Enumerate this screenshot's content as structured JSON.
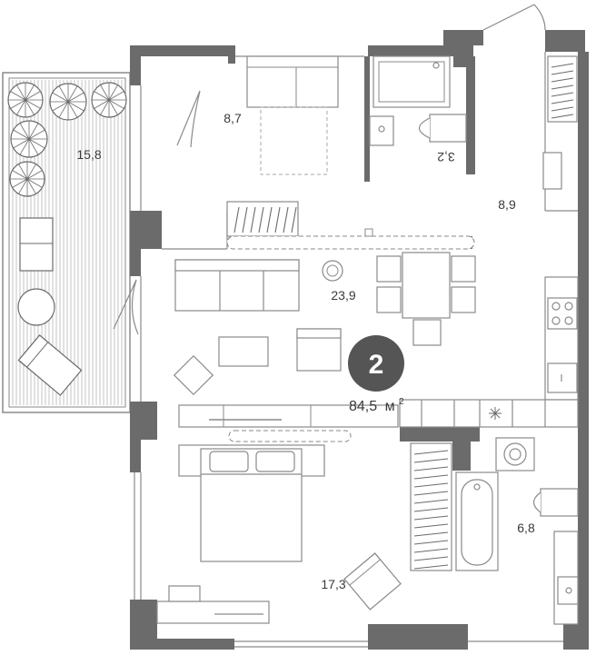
{
  "plan": {
    "rooms_count": "2",
    "total_area_value": "84,5",
    "total_area_unit": "м",
    "total_area_sup": "2",
    "rooms": [
      {
        "id": "balcony",
        "area": "15,8"
      },
      {
        "id": "bedroom-top",
        "area": "8,7"
      },
      {
        "id": "bathroom-top",
        "area": "3,2"
      },
      {
        "id": "hallway",
        "area": "8,9"
      },
      {
        "id": "living-kitchen",
        "area": "23,9"
      },
      {
        "id": "bedroom-bottom",
        "area": "17,3"
      },
      {
        "id": "bathroom-bottom",
        "area": "6,8"
      }
    ]
  },
  "colors": {
    "wall": "#6b6b6b",
    "line": "#8a8a8a",
    "badge": "#555555",
    "text": "#3a3a3a"
  }
}
